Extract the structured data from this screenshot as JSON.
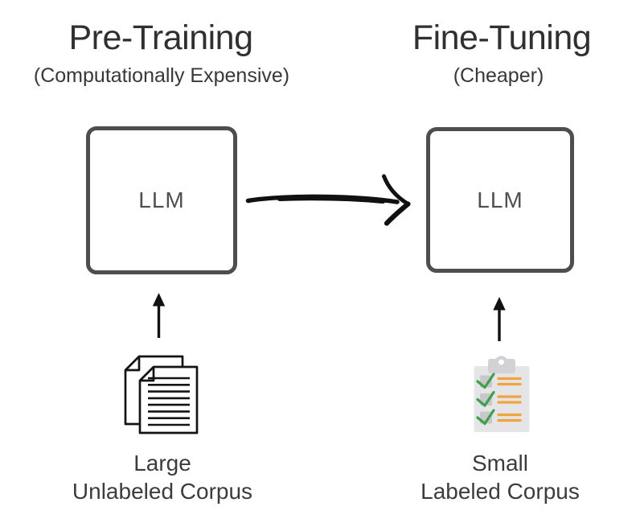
{
  "left_column": {
    "title": "Pre-Training",
    "subtitle": "(Computationally Expensive)",
    "box_label": "LLM",
    "caption_line1": "Large",
    "caption_line2": "Unlabeled Corpus",
    "icon": "stacked-documents-icon"
  },
  "right_column": {
    "title": "Fine-Tuning",
    "subtitle": "(Cheaper)",
    "box_label": "LLM",
    "caption_line1": "Small",
    "caption_line2": "Labeled Corpus",
    "icon": "clipboard-checklist-icon"
  },
  "arrows": {
    "main_flow": "pretraining-llm-to-finetuning-llm",
    "left_input": "large-unlabeled-corpus-to-llm",
    "right_input": "small-labeled-corpus-to-llm"
  },
  "colors": {
    "title_text": "#303030",
    "subtitle_text": "#383838",
    "caption_text": "#3c3c3c",
    "box_border": "#4e4e4e",
    "box_label_text": "#4f4f4f",
    "arrow_black": "#111111",
    "document_outline": "#141414",
    "clipboard_board": "#e5e5e7",
    "clipboard_clip": "#d2d2d4",
    "checkbox_fill": "#c8c8ca",
    "check_green": "#3f9f4c",
    "line_orange": "#f0a43e"
  }
}
